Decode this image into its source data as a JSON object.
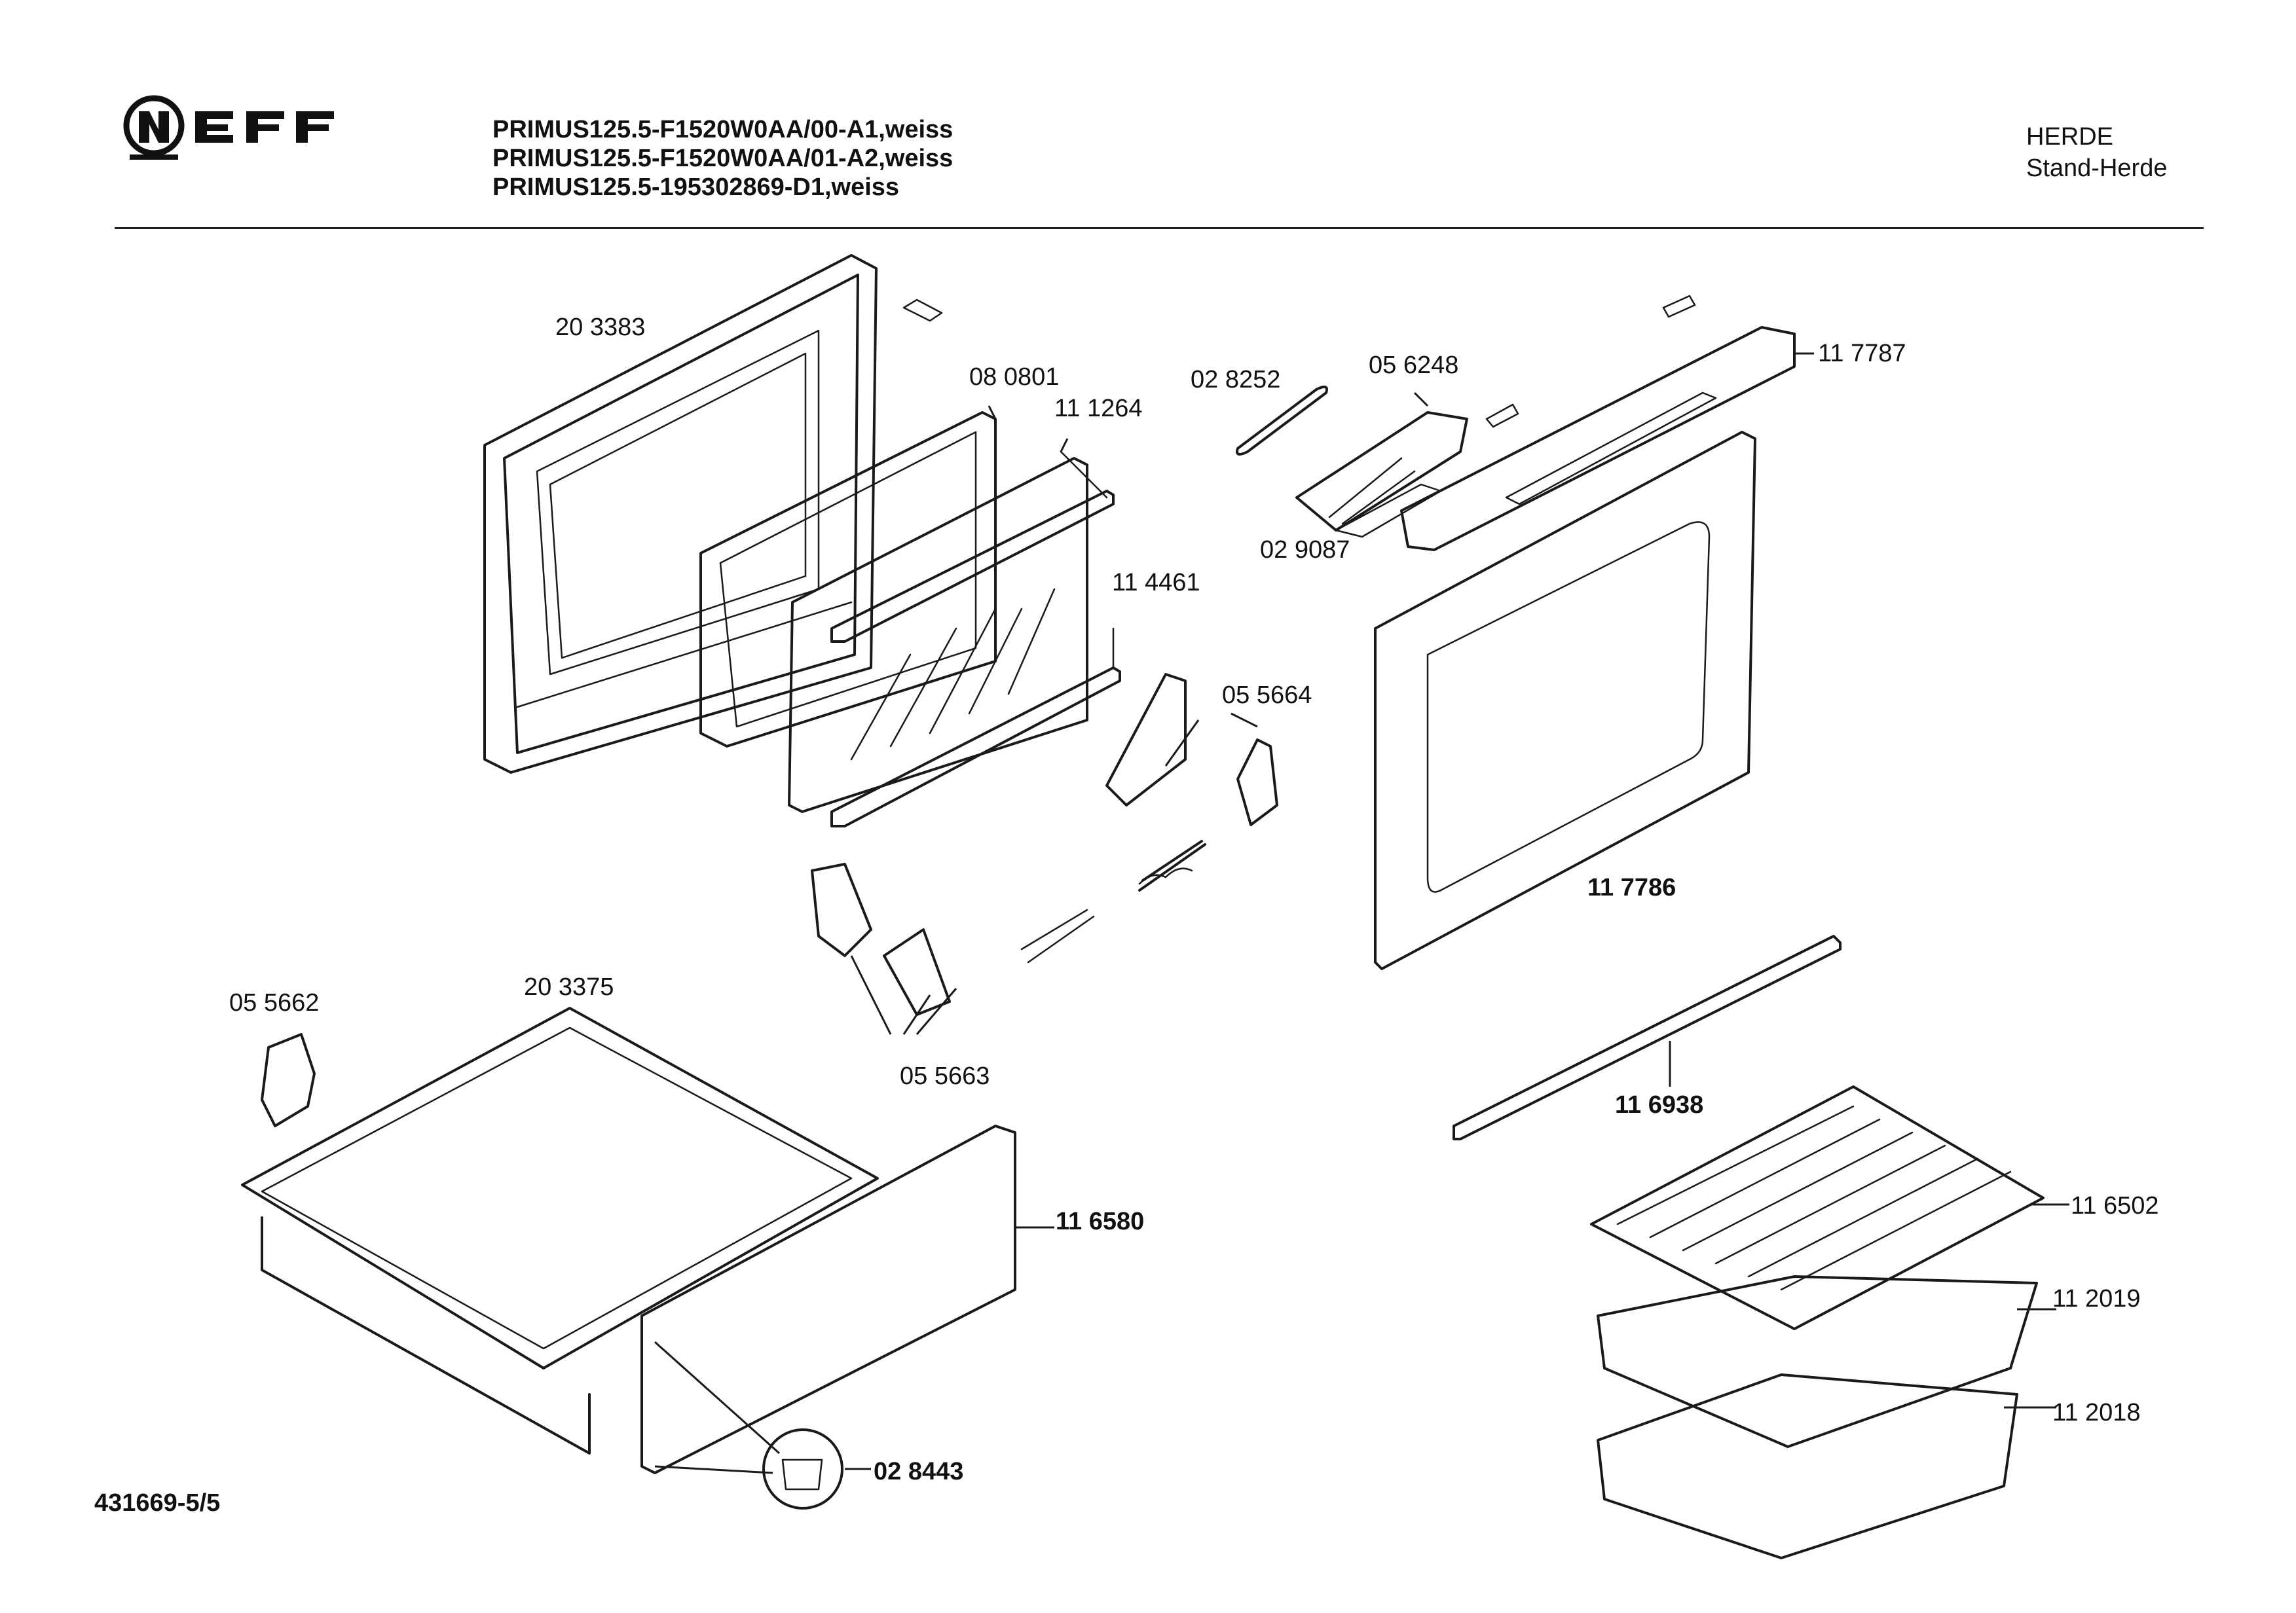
{
  "header": {
    "brand": "NEFF",
    "models": [
      "PRIMUS125.5-F1520W0AA/00-A1,weiss",
      "PRIMUS125.5-F1520W0AA/01-A2,weiss",
      "PRIMUS125.5-195302869-D1,weiss"
    ],
    "category": "HERDE",
    "subcategory": "Stand-Herde"
  },
  "footer": {
    "doc_number": "431669-5/5"
  },
  "parts": {
    "p203383": "20 3383",
    "p080801": "08 0801",
    "p111264": "11 1264",
    "p028252": "02 8252",
    "p056248": "05 6248",
    "p117787": "11 7787",
    "p029087": "02 9087",
    "p114461": "11 4461",
    "p055664": "05 5664",
    "p117786": "11 7786",
    "p055662": "05 5662",
    "p203375": "20 3375",
    "p055663": "05 5663",
    "p116938": "11 6938",
    "p116580": "11 6580",
    "p116502": "11 6502",
    "p112019": "11 2019",
    "p112018": "11 2018",
    "p028443": "02 8443"
  }
}
